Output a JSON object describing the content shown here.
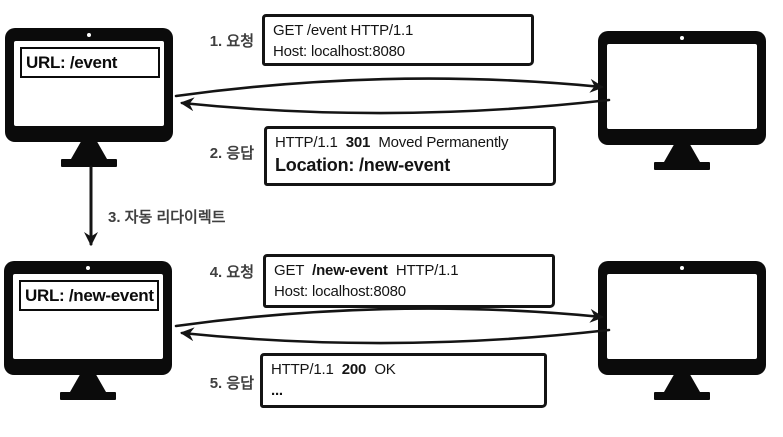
{
  "palette": {
    "ink": "#141414",
    "label": "#3f3f3f",
    "bg": "#ffffff"
  },
  "clients": {
    "top": {
      "url": "URL: /event"
    },
    "bottom": {
      "url": "URL: /new-event"
    }
  },
  "labels": {
    "step1": "1. 요청",
    "step2": "2. 응답",
    "step3": "3. 자동 리다이렉트",
    "step4": "4. 요청",
    "step5": "5. 응답"
  },
  "messages": {
    "request1": {
      "line1_a": "GET /event HTTP/1.1",
      "line2_a": "Host: localhost:8080"
    },
    "response1": {
      "line1_a": "HTTP/1.1",
      "line1_b": "301",
      "line1_c": "Moved Permanently",
      "line2_a": "Location: /new-event"
    },
    "request2": {
      "line1_a": "GET",
      "line1_b": "/new-event",
      "line1_c": "HTTP/1.1",
      "line2_a": "Host: localhost:8080"
    },
    "response2": {
      "line1_a": "HTTP/1.1",
      "line1_b": "200",
      "line1_c": "OK",
      "line2_a": "..."
    }
  }
}
